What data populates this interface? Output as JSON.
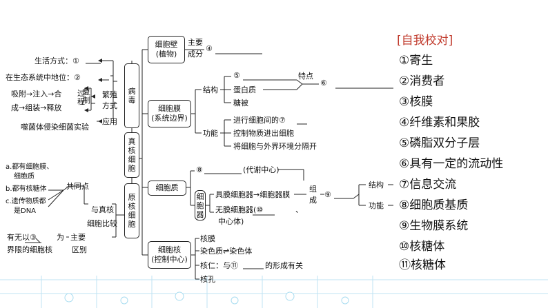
{
  "answers": {
    "title": "[自我校对]",
    "items": [
      "①寄生",
      "②消费者",
      "③核膜",
      "④纤维素和果胶",
      "⑤磷脂双分子层",
      "⑥具有一定的流动性",
      "⑦信息交流",
      "⑧细胞质基质",
      "⑨生物膜系统",
      "⑩核糖体",
      "⑪核糖体"
    ]
  },
  "virus": {
    "label": "病毒",
    "lifestyle": "生活方式：①",
    "ecosystem_role": "在生态系统中地位：②",
    "repro_steps_1": "吸附→注入→合",
    "repro_steps_2": "成→组装→释放",
    "process_label": "过程",
    "replicate_label": "复制",
    "repro_label": "繁殖方式",
    "application_label": "应用",
    "phage_experiment": "噬菌体侵染细菌实验"
  },
  "eukaryote": {
    "label": "真核细胞"
  },
  "prokaryote": {
    "label": "原核细胞",
    "common_a1": "a.都有细胞膜、",
    "common_a2": "细胞质",
    "common_b": "b.都有核糖体",
    "common_c1": "c.遗传物质都",
    "common_c2": "是DNA",
    "common_points": "共同点",
    "compare_1": "与真核",
    "compare_2": "细胞比较",
    "diff_1": "有无以③",
    "diff_for": "为",
    "diff_2": "界限的细胞核",
    "main_diff_1": "主要",
    "main_diff_2": "区别"
  },
  "cell_wall": {
    "line1": "细胞壁",
    "line2": "(植物)",
    "main_comp_1": "主要",
    "main_comp_2": "成分",
    "blank": "④"
  },
  "membrane": {
    "line1": "细胞膜",
    "line2": "(系统边界)",
    "structure": "结构",
    "lipid": "⑤",
    "protein": "蛋白质",
    "glyco": "糖被",
    "feature": "特点",
    "feature_blank": "⑥",
    "function": "功能",
    "f1": "进行细胞间的⑦",
    "f2": "控制物质进出细胞",
    "f3": "将细胞与外界环境分隔开"
  },
  "cytoplasm": {
    "label": "细胞质",
    "matrix": "⑧",
    "matrix_note": "(代谢中心)",
    "organelle": "细胞器",
    "membranous": "具膜细胞器→细胞器膜",
    "non_membranous": "无膜细胞器(⑩",
    "comma": "、",
    "centrosome": "中心体)",
    "compose_1": "组",
    "compose_2": "成",
    "system_blank": "⑨",
    "structure": "结构",
    "function": "功能"
  },
  "nucleus": {
    "line1": "细胞核",
    "line2": "(控制中心)",
    "envelope": "核膜",
    "chromatin": "染色质⇌染色体",
    "nucleolus_1": "核仁：与⑪",
    "nucleolus_2": "的形成有关",
    "pore": "核孔"
  }
}
